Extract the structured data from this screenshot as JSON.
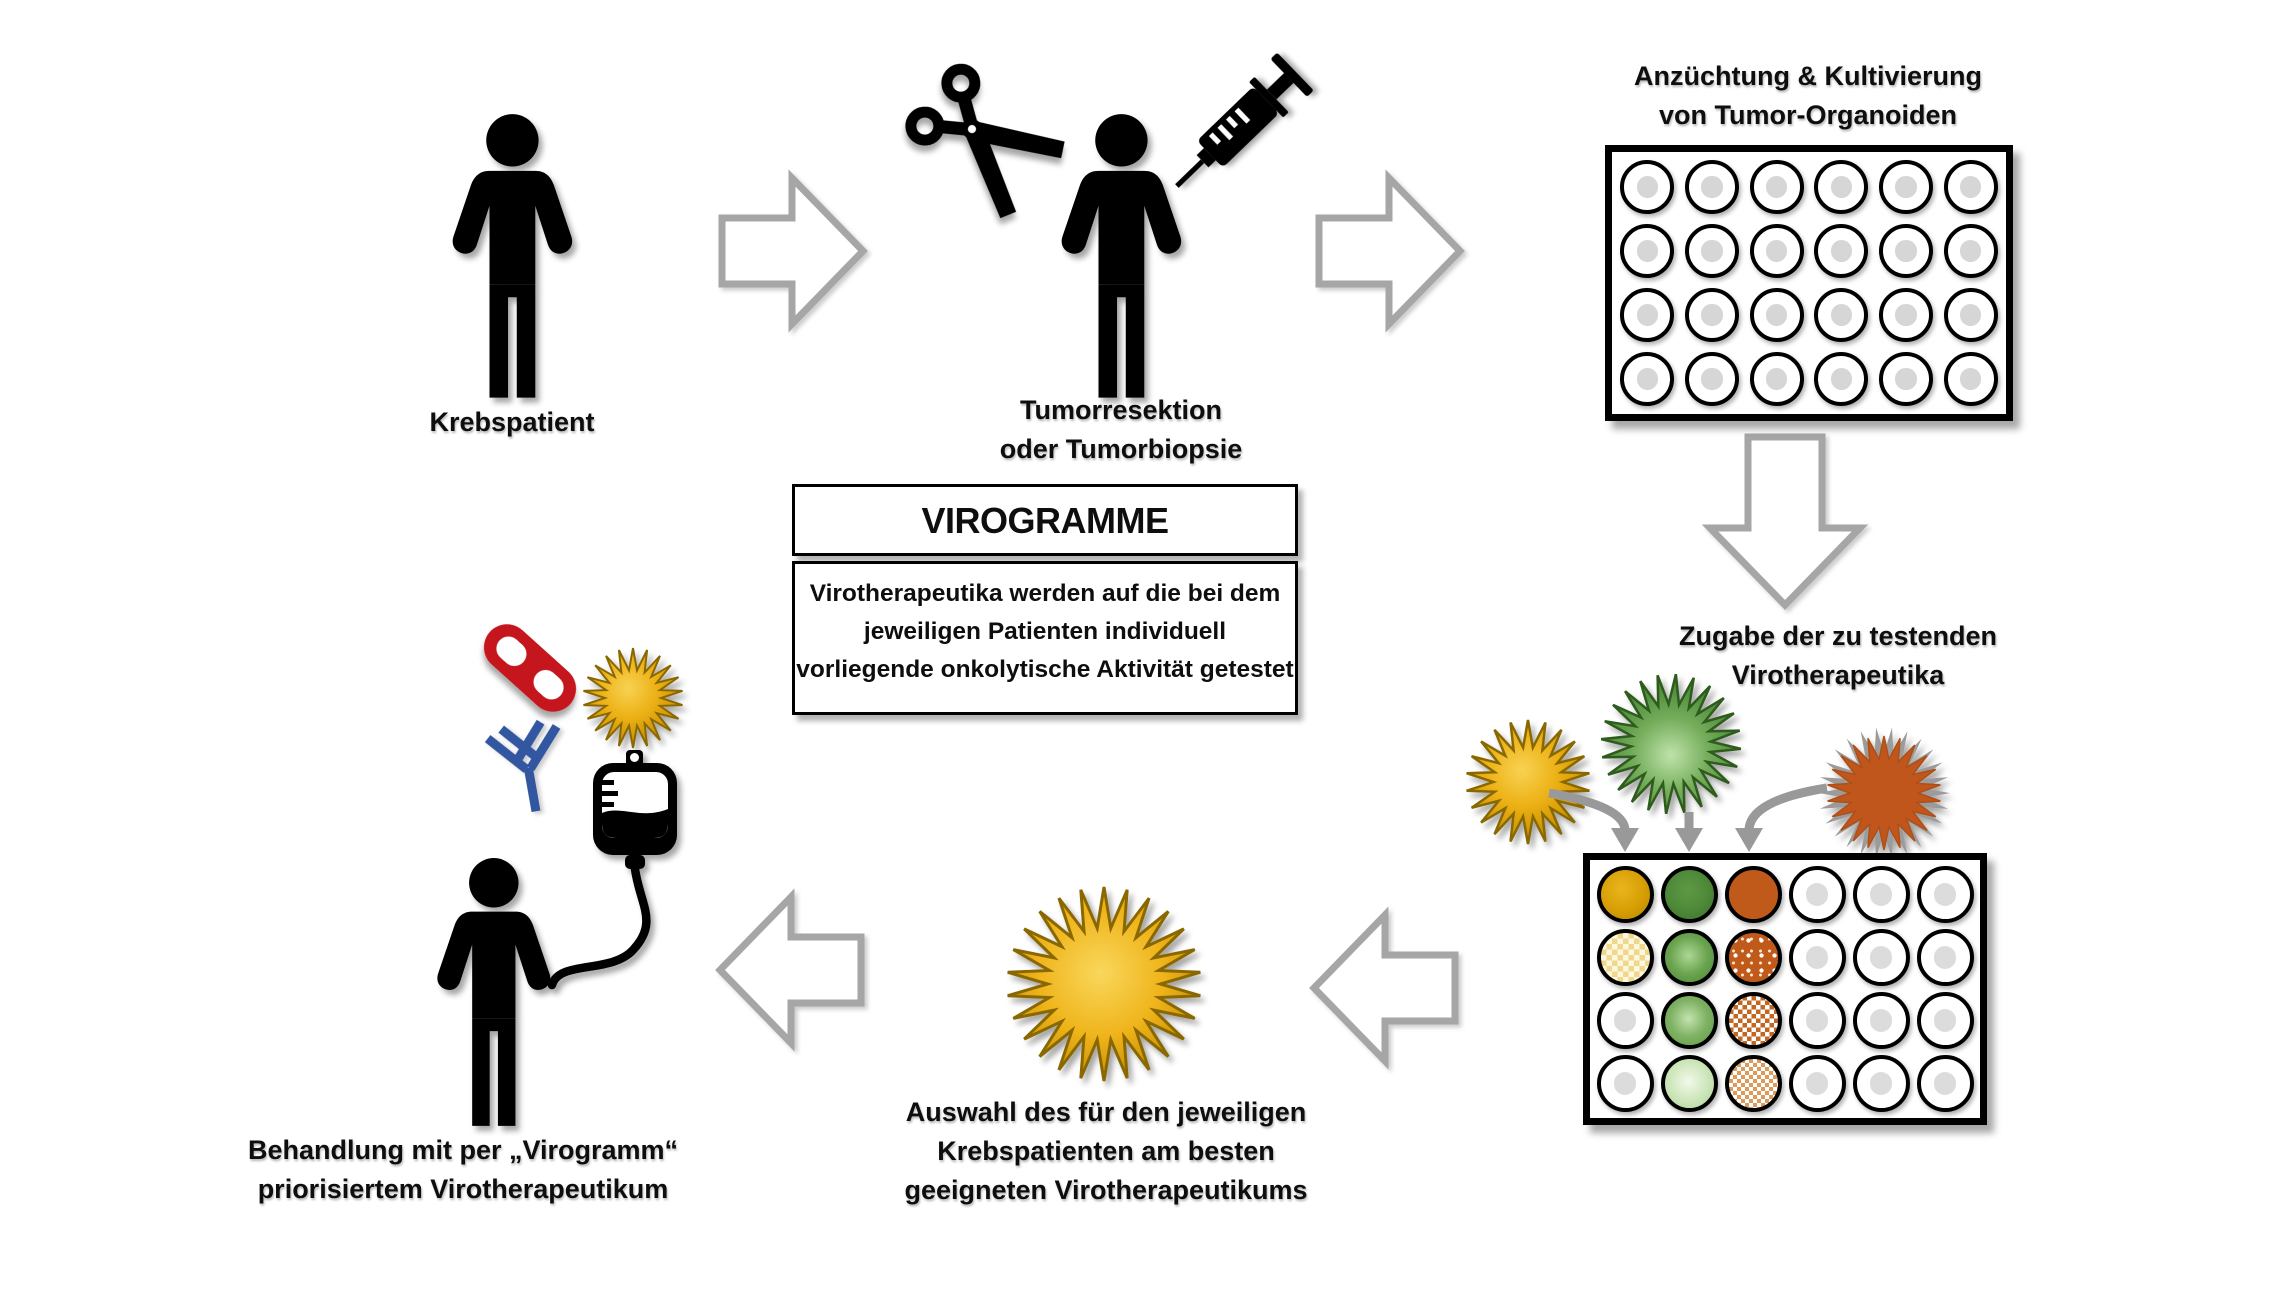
{
  "figure": {
    "center_box": {
      "title": "VIROGRAMME",
      "body_lines": [
        "Virotherapeutika werden auf die bei dem",
        "jeweiligen Patienten individuell",
        "vorliegende onkolytische Aktivität getestet"
      ]
    },
    "labels": {
      "patient": "Krebspatient",
      "resection_lines": [
        "Tumorresektion",
        "oder Tumorbiopsie"
      ],
      "organoid_lines": [
        "Anzüchtung & Kultivierung",
        "von Tumor-Organoiden"
      ],
      "addition_lines": [
        "Zugabe der zu testenden",
        "Virotherapeutika"
      ],
      "selection_lines": [
        "Auswahl des für den jeweiligen",
        "Krebspatienten am besten",
        "geeigneten Virotherapeutikums"
      ],
      "treatment_lines": [
        "Behandlung mit per „Virogramm“",
        "priorisiertem Virotherapeutikum"
      ]
    },
    "plates": {
      "culture": {
        "rows": 4,
        "cols": 6,
        "wells": [
          [
            "empty",
            "empty",
            "empty",
            "empty",
            "empty",
            "empty"
          ],
          [
            "empty",
            "empty",
            "empty",
            "empty",
            "empty",
            "empty"
          ],
          [
            "empty",
            "empty",
            "empty",
            "empty",
            "empty",
            "empty"
          ],
          [
            "empty",
            "empty",
            "empty",
            "empty",
            "empty",
            "empty"
          ]
        ]
      },
      "virogram": {
        "rows": 4,
        "cols": 6,
        "wells": [
          [
            "gold-solid",
            "green-dark",
            "orange-solid",
            "empty",
            "empty",
            "empty"
          ],
          [
            "gold-check",
            "green-mid",
            "orange-dot",
            "empty",
            "empty",
            "empty"
          ],
          [
            "empty",
            "green-light",
            "orange-check",
            "empty",
            "empty",
            "empty"
          ],
          [
            "empty",
            "green-pale",
            "orange-check-light",
            "empty",
            "empty",
            "empty"
          ]
        ]
      }
    },
    "icons": {
      "tested_viruses": [
        "gold-virus-icon",
        "green-virus-icon",
        "orange-virus-icon"
      ],
      "selected_virus": "gold-virus-icon",
      "treatment_options": [
        "pill-icon",
        "antibody-icon",
        "gold-virus-icon",
        "iv-bag-icon"
      ]
    },
    "colors": {
      "virus_gold": "#edb11a",
      "virus_green": "#4e8f3a",
      "virus_orange": "#c0571e",
      "pill_red": "#c4151c",
      "antibody_blue": "#3056a0",
      "arrow_outline": "#a6a6a6",
      "well_gold": "#d79e04",
      "well_green": "#4c8838",
      "well_orange": "#c05a1b"
    }
  }
}
